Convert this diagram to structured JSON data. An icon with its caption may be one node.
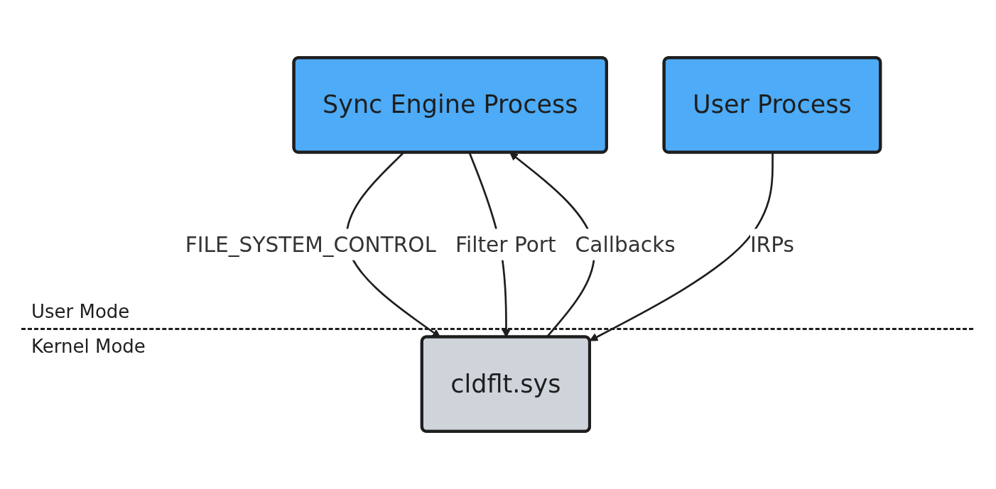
{
  "diagram": {
    "nodes": [
      {
        "text": [
          "Sync Engine Process"
        ]
      },
      {
        "text": [
          "User Process"
        ]
      },
      {
        "text": [
          "cldflt.sys"
        ]
      }
    ],
    "edges": [
      {
        "from": 0,
        "to": 2,
        "arrow": "to",
        "label": "FILE_SYSTEM_CONTROL"
      },
      {
        "from": 2,
        "to": 0,
        "arrow": "to",
        "label": "Callbacks"
      },
      {
        "from": 0,
        "to": 2,
        "arrow": "to",
        "label": "Filter Port"
      },
      {
        "from": 1,
        "to": 2,
        "arrow": "to",
        "label": "IRPs"
      }
    ],
    "labels": [
      "User Mode",
      "Kernel Mode"
    ]
  }
}
